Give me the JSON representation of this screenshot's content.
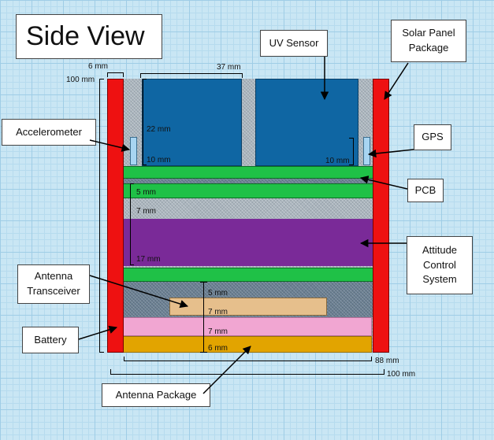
{
  "title": "Side View",
  "callouts": {
    "uv_sensor": "UV Sensor",
    "solar_panel": "Solar Panel\nPackage",
    "accelerometer": "Accelerometer",
    "gps": "GPS",
    "pcb": "PCB",
    "attitude_control": "Attitude\nControl\nSystem",
    "antenna_transceiver": "Antenna\nTransceiver",
    "battery": "Battery",
    "antenna_package": "Antenna Package"
  },
  "dimensions": {
    "top_6": "6 mm",
    "top_37": "37 mm",
    "left_100": "100 mm",
    "d22": "22 mm",
    "d10_left": "10 mm",
    "d10_right": "10 mm",
    "d5a": "5 mm",
    "d7a": "7 mm",
    "d17": "17 mm",
    "d5b": "5 mm",
    "d7b": "7 mm",
    "d7c": "7 mm",
    "d6": "6 mm",
    "bottom_88": "88 mm",
    "bottom_100": "100 mm"
  },
  "colors": {
    "solar_panel": "#ee1111",
    "uv_sensor": "#0f66a3",
    "pcb": "#1fc147",
    "attitude_control": "#7a2a98",
    "battery": "#f1a6d2",
    "antenna_package": "#e2a400",
    "antenna_transceiver": "#e6bf8c",
    "sensor_chip": "#a8d5f2"
  }
}
